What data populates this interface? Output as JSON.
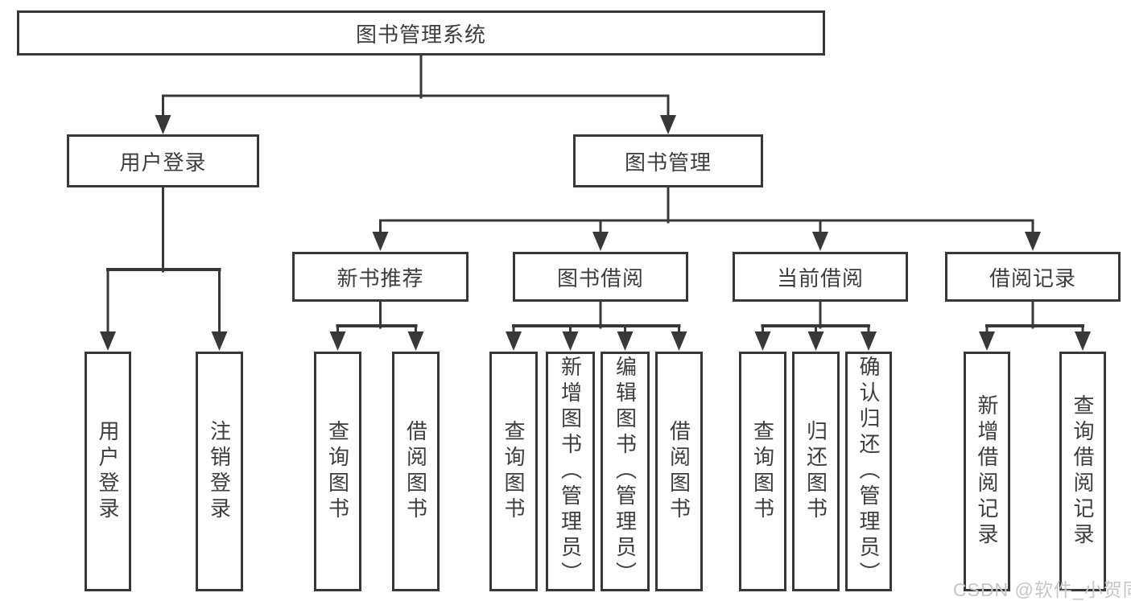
{
  "diagram": {
    "type": "hierarchy-tree",
    "root": {
      "label": "图书管理系统"
    },
    "level2": {
      "user_login": {
        "label": "用户登录"
      },
      "book_mgmt": {
        "label": "图书管理"
      }
    },
    "level3": {
      "new_book_rec": {
        "label": "新书推荐",
        "parent": "book_mgmt"
      },
      "book_borrow": {
        "label": "图书借阅",
        "parent": "book_mgmt"
      },
      "current_borrow": {
        "label": "当前借阅",
        "parent": "book_mgmt"
      },
      "borrow_records": {
        "label": "借阅记录",
        "parent": "book_mgmt"
      }
    },
    "leaves": {
      "user_login_leaf": {
        "label": "用户登录",
        "parent": "user_login"
      },
      "logout": {
        "label": "注销登录",
        "parent": "user_login"
      },
      "rec_query_books": {
        "label": "查询图书",
        "parent": "new_book_rec"
      },
      "rec_borrow_books": {
        "label": "借阅图书",
        "parent": "new_book_rec"
      },
      "bb_query_books": {
        "label": "查询图书",
        "parent": "book_borrow"
      },
      "bb_add_books": {
        "label": "新增图书（管理员）",
        "parent": "book_borrow"
      },
      "bb_edit_books": {
        "label": "编辑图书（管理员）",
        "parent": "book_borrow"
      },
      "bb_borrow_books": {
        "label": "借阅图书",
        "parent": "book_borrow"
      },
      "cb_query_books": {
        "label": "查询图书",
        "parent": "current_borrow"
      },
      "cb_return_books": {
        "label": "归还图书",
        "parent": "current_borrow"
      },
      "cb_confirm_return": {
        "label": "确认归还（管理员）",
        "parent": "current_borrow"
      },
      "br_add_record": {
        "label": "新增借阅记录",
        "parent": "borrow_records"
      },
      "br_query_record": {
        "label": "查询借阅记录",
        "parent": "borrow_records"
      }
    }
  },
  "watermark": {
    "text": "CSDN @软件_小贺同学",
    "color": "#c6c6c6"
  },
  "colors": {
    "line": "#383838",
    "box_border": "#383838",
    "text": "#3d3d3d",
    "background": "#ffffff"
  }
}
